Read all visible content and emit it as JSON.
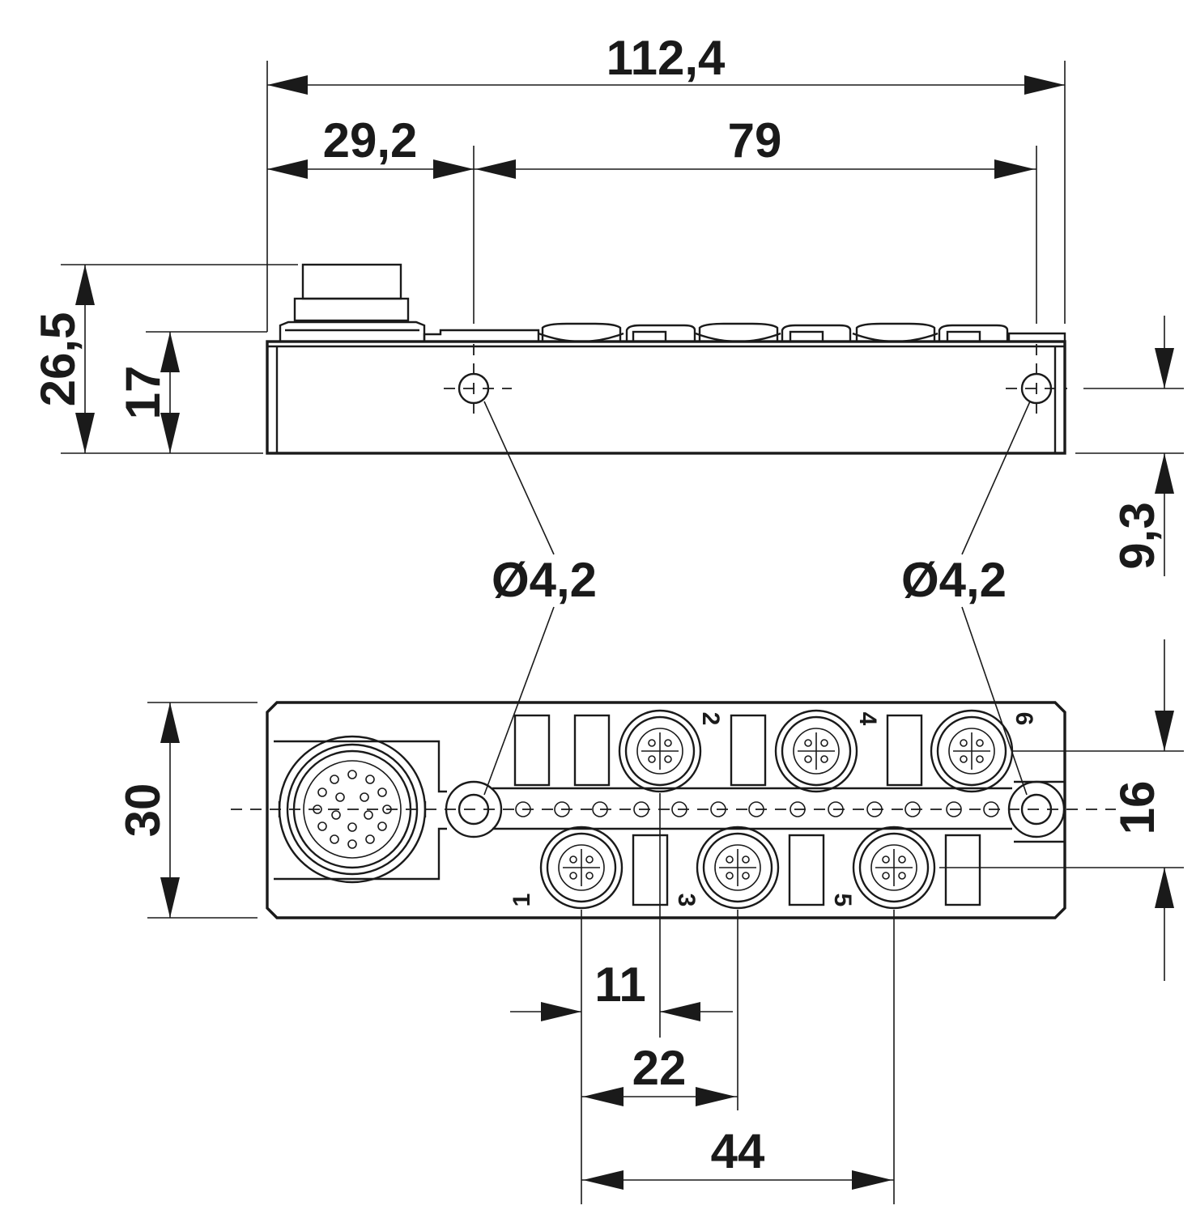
{
  "dimensions": {
    "overall_length": "112,4",
    "connector_offset": "29,2",
    "hole_spacing": "79",
    "total_height": "26,5",
    "body_height": "17",
    "hole_height": "9,3",
    "hole_diameter_left": "Ø4,2",
    "hole_diameter_right": "Ø4,2",
    "width": "30",
    "row_spacing": "16",
    "port_pitch": "11",
    "port_pitch_double": "22",
    "port_pitch_quad": "44"
  },
  "ports": {
    "p1": "1",
    "p2": "2",
    "p3": "3",
    "p4": "4",
    "p5": "5",
    "p6": "6"
  }
}
